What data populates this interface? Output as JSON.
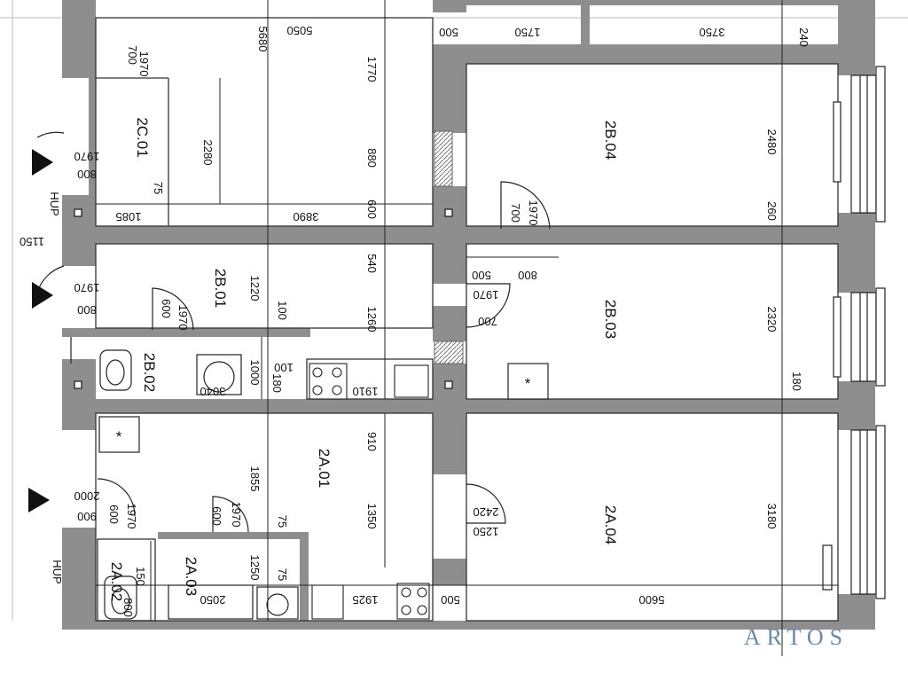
{
  "brand": {
    "watermark": "ARTOS"
  },
  "rooms": {
    "r2C01": "2C.01",
    "r2B04": "2B.04",
    "r2B01": "2B.01",
    "r2B03": "2B.03",
    "r2B02": "2B.02",
    "r2A01": "2A.01",
    "r2A04": "2A.04",
    "r2A02": "2A.02",
    "r2A03": "2A.03"
  },
  "labels": {
    "hup1": "HUP",
    "hup2": "HUP",
    "star": "*"
  },
  "dims": {
    "d5680": "5680",
    "d5050": "5050",
    "d1770": "1770",
    "d880": "880",
    "d600": "600",
    "d3890": "3890",
    "d2280": "2280",
    "d75a": "75",
    "d1085": "1085",
    "d700a": "700",
    "d1970a": "1970",
    "d1970b": "1970",
    "d800b": "800",
    "d1150": "1150",
    "d500a": "500",
    "d1750": "1750",
    "d3750": "3750",
    "d240": "240",
    "d2480": "2480",
    "d260": "260",
    "d700c": "700",
    "d1970c": "1970",
    "d500b": "500",
    "d800c": "800",
    "d1970d": "1970",
    "d700d": "700",
    "d2320": "2320",
    "d180a": "180",
    "d1220": "1220",
    "d540": "540",
    "d100a": "100",
    "d1260": "1260",
    "d600b": "600",
    "d1970e": "1970",
    "d1970f": "1970",
    "d800f": "800",
    "d3040": "3040",
    "d1000": "1000",
    "d180b": "180",
    "d100b": "100",
    "d1910": "1910",
    "d910": "910",
    "d1855": "1855",
    "d1350": "1350",
    "d75b": "75",
    "d600g": "600",
    "d1970g": "1970",
    "d2000": "2000",
    "d900": "900",
    "d600h": "600",
    "d1970h": "1970",
    "d2420": "2420",
    "d1250a": "1250",
    "d3180": "3180",
    "d150": "150",
    "d1250b": "1250",
    "d75c": "75",
    "d2050": "2050",
    "d1925": "1925",
    "d500c": "500",
    "d5600": "5600",
    "d800k": "800"
  }
}
